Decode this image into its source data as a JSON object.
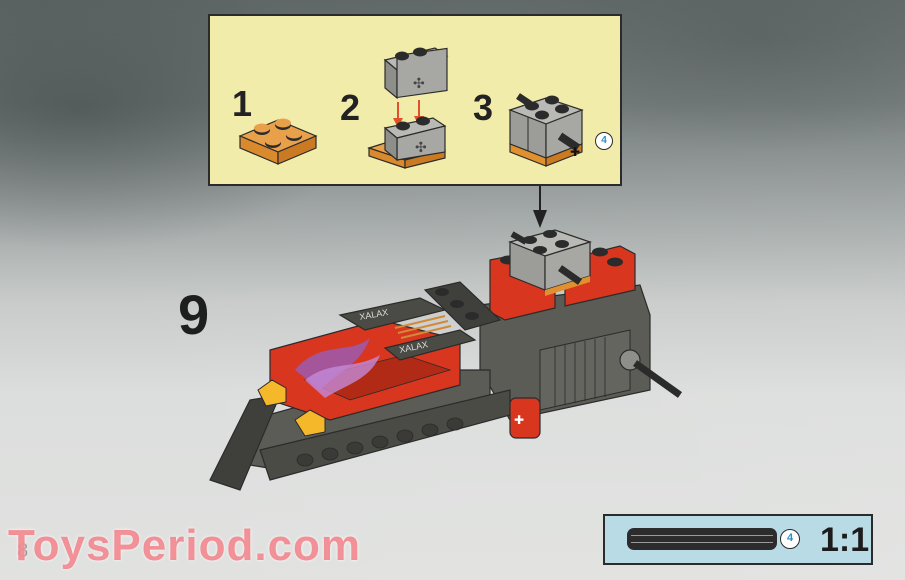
{
  "page": {
    "page_number": "8",
    "watermark": "ToysPeriod.com"
  },
  "colors": {
    "callout_bg": "#f2ecaa",
    "parts_box_bg": "#b8dbe6",
    "brick_red": "#d8361e",
    "brick_dark_gray": "#5b5c55",
    "brick_light_gray": "#a7a8a4",
    "plate_orange": "#e0902e",
    "arrow_red": "#e0502c",
    "qty_blue": "#2a8fc9",
    "watermark_pink": "#f06e78"
  },
  "main_step": {
    "number": "9",
    "description": "Attach sub-assembly to top of rear engine block"
  },
  "sub_assembly": {
    "steps": [
      {
        "number": "1",
        "parts": "2x2 orange plate"
      },
      {
        "number": "2",
        "parts": "two 1x2 light gray Technic bricks with axle hole, stacked onto plate (red arrows)"
      },
      {
        "number": "3",
        "parts": "axle inserted through bricks"
      }
    ],
    "step3_axle_qty": "4"
  },
  "parts_needed": {
    "items": [
      {
        "part": "axle",
        "length": "4",
        "qty_label": "4"
      }
    ],
    "scale": "1:1"
  },
  "model_labels": {
    "tile_print_1": "XALAX",
    "tile_print_2": "XALAX"
  }
}
